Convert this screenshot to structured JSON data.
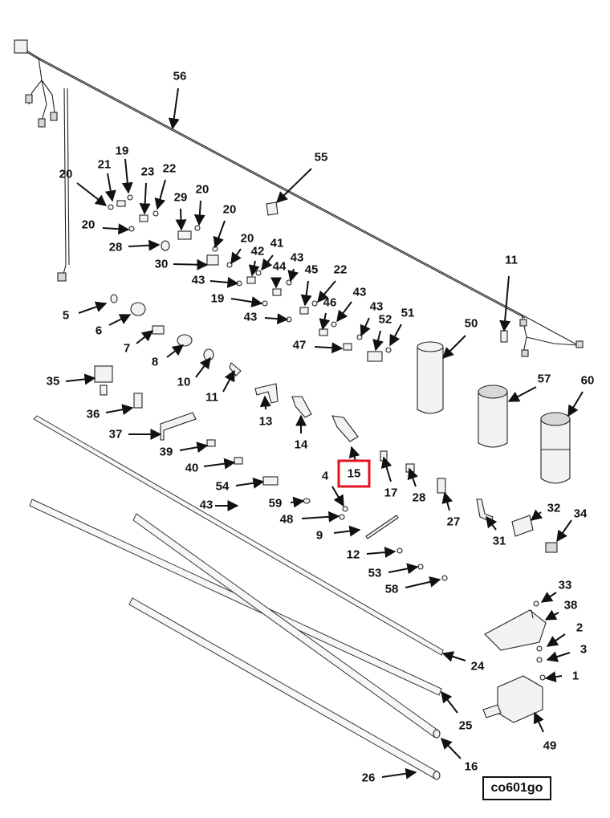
{
  "diagram": {
    "figure_code": "co601go",
    "highlight_color": "#e0141e",
    "highlighted_callout": "15",
    "callouts": [
      {
        "n": "1"
      },
      {
        "n": "2"
      },
      {
        "n": "3"
      },
      {
        "n": "4"
      },
      {
        "n": "5"
      },
      {
        "n": "6"
      },
      {
        "n": "7"
      },
      {
        "n": "8"
      },
      {
        "n": "9"
      },
      {
        "n": "10"
      },
      {
        "n": "11"
      },
      {
        "n": "11"
      },
      {
        "n": "12"
      },
      {
        "n": "13"
      },
      {
        "n": "14"
      },
      {
        "n": "15"
      },
      {
        "n": "16"
      },
      {
        "n": "17"
      },
      {
        "n": "19"
      },
      {
        "n": "19"
      },
      {
        "n": "20"
      },
      {
        "n": "20"
      },
      {
        "n": "20"
      },
      {
        "n": "20"
      },
      {
        "n": "20"
      },
      {
        "n": "21"
      },
      {
        "n": "22"
      },
      {
        "n": "22"
      },
      {
        "n": "23"
      },
      {
        "n": "24"
      },
      {
        "n": "25"
      },
      {
        "n": "26"
      },
      {
        "n": "27"
      },
      {
        "n": "28"
      },
      {
        "n": "28"
      },
      {
        "n": "29"
      },
      {
        "n": "30"
      },
      {
        "n": "31"
      },
      {
        "n": "32"
      },
      {
        "n": "33"
      },
      {
        "n": "34"
      },
      {
        "n": "35"
      },
      {
        "n": "36"
      },
      {
        "n": "37"
      },
      {
        "n": "38"
      },
      {
        "n": "39"
      },
      {
        "n": "40"
      },
      {
        "n": "41"
      },
      {
        "n": "42"
      },
      {
        "n": "43"
      },
      {
        "n": "43"
      },
      {
        "n": "43"
      },
      {
        "n": "43"
      },
      {
        "n": "43"
      },
      {
        "n": "43"
      },
      {
        "n": "44"
      },
      {
        "n": "45"
      },
      {
        "n": "46"
      },
      {
        "n": "47"
      },
      {
        "n": "48"
      },
      {
        "n": "49"
      },
      {
        "n": "50"
      },
      {
        "n": "51"
      },
      {
        "n": "52"
      },
      {
        "n": "53"
      },
      {
        "n": "54"
      },
      {
        "n": "55"
      },
      {
        "n": "56"
      },
      {
        "n": "57"
      },
      {
        "n": "58"
      },
      {
        "n": "59"
      },
      {
        "n": "60"
      }
    ]
  }
}
